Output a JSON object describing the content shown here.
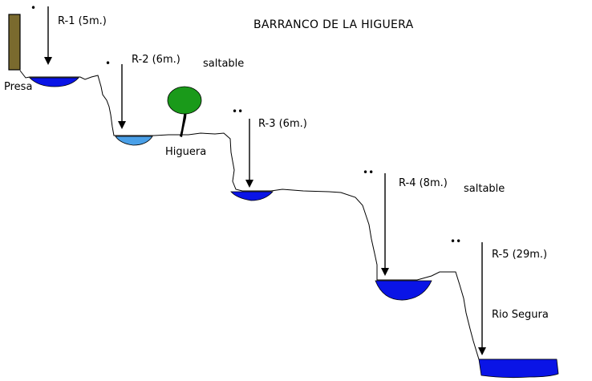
{
  "title": "BARRANCO DE LA HIGUERA",
  "labels": {
    "presa": "Presa",
    "higuera": "Higuera",
    "rio": "Rio Segura"
  },
  "rappels": [
    {
      "label": "R-1 (5m.)",
      "dots": "•",
      "note": ""
    },
    {
      "label": "R-2 (6m.)",
      "dots": "•",
      "note": "saltable"
    },
    {
      "label": "R-3 (6m.)",
      "dots": "••",
      "note": ""
    },
    {
      "label": "R-4 (8m.)",
      "dots": "••",
      "note": "saltable"
    },
    {
      "label": "R-5 (29m.)",
      "dots": "••",
      "note": ""
    }
  ],
  "colors": {
    "pool": "#0a14e6",
    "pool_light": "#4aa0e8",
    "dam": "#7a6a2e",
    "tree_leaf": "#1a9a1a",
    "tree_trunk": "#000000"
  }
}
